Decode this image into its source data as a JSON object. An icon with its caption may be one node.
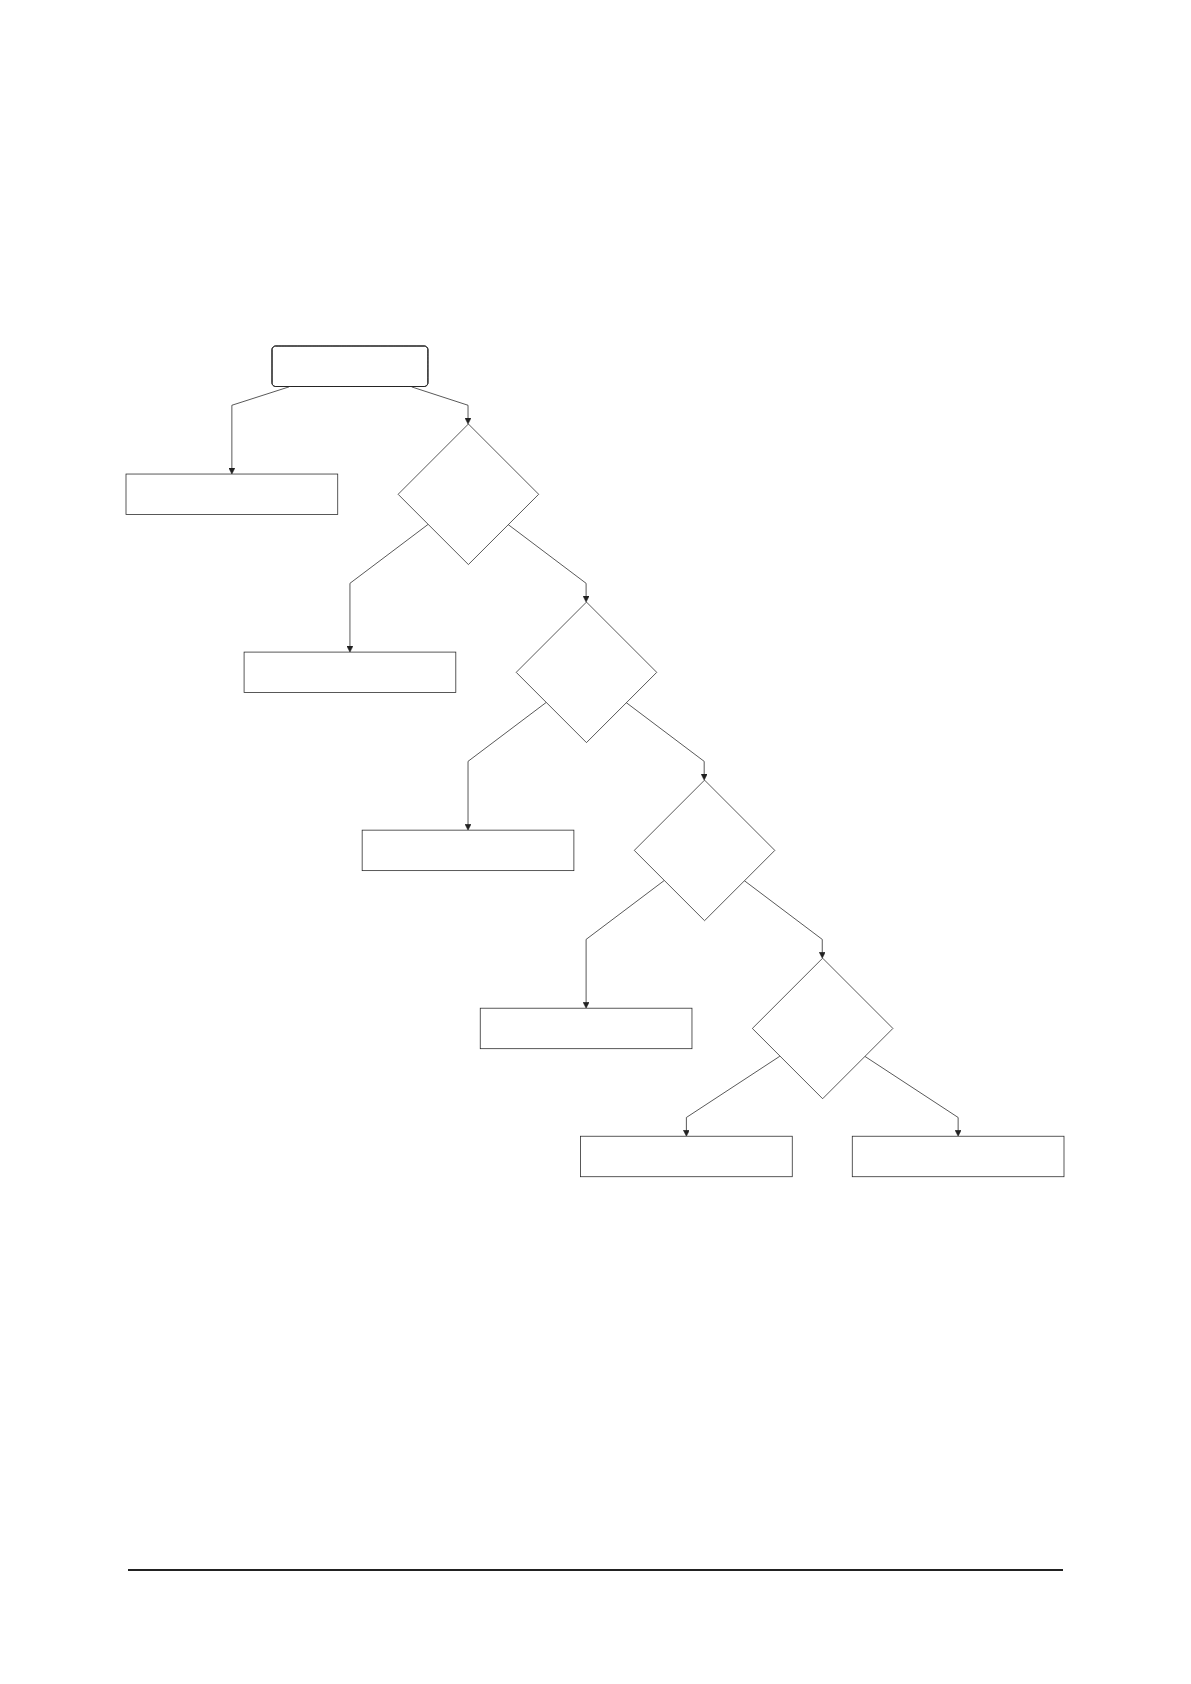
{
  "diagram": {
    "nodes": [
      {
        "text": [],
        "shape": "box"
      },
      {
        "text": [],
        "shape": "box"
      },
      {
        "text": [],
        "shape": "diamond"
      },
      {
        "text": [],
        "shape": "box"
      },
      {
        "text": [],
        "shape": "diamond"
      },
      {
        "text": [],
        "shape": "box"
      },
      {
        "text": [],
        "shape": "diamond"
      },
      {
        "text": [],
        "shape": "box"
      },
      {
        "text": [],
        "shape": "diamond"
      },
      {
        "text": [],
        "shape": "box"
      },
      {
        "text": [],
        "shape": "box"
      }
    ],
    "edges": [
      {
        "from": 0,
        "to": 1,
        "arrow": "to"
      },
      {
        "from": 0,
        "to": 2,
        "arrow": "to"
      },
      {
        "from": 2,
        "to": 3,
        "arrow": "to"
      },
      {
        "from": 2,
        "to": 4,
        "arrow": "to"
      },
      {
        "from": 4,
        "to": 5,
        "arrow": "to"
      },
      {
        "from": 4,
        "to": 6,
        "arrow": "to"
      },
      {
        "from": 6,
        "to": 7,
        "arrow": "to"
      },
      {
        "from": 6,
        "to": 8,
        "arrow": "to"
      },
      {
        "from": 8,
        "to": 9,
        "arrow": "to"
      },
      {
        "from": 8,
        "to": 10,
        "arrow": "to"
      }
    ]
  }
}
